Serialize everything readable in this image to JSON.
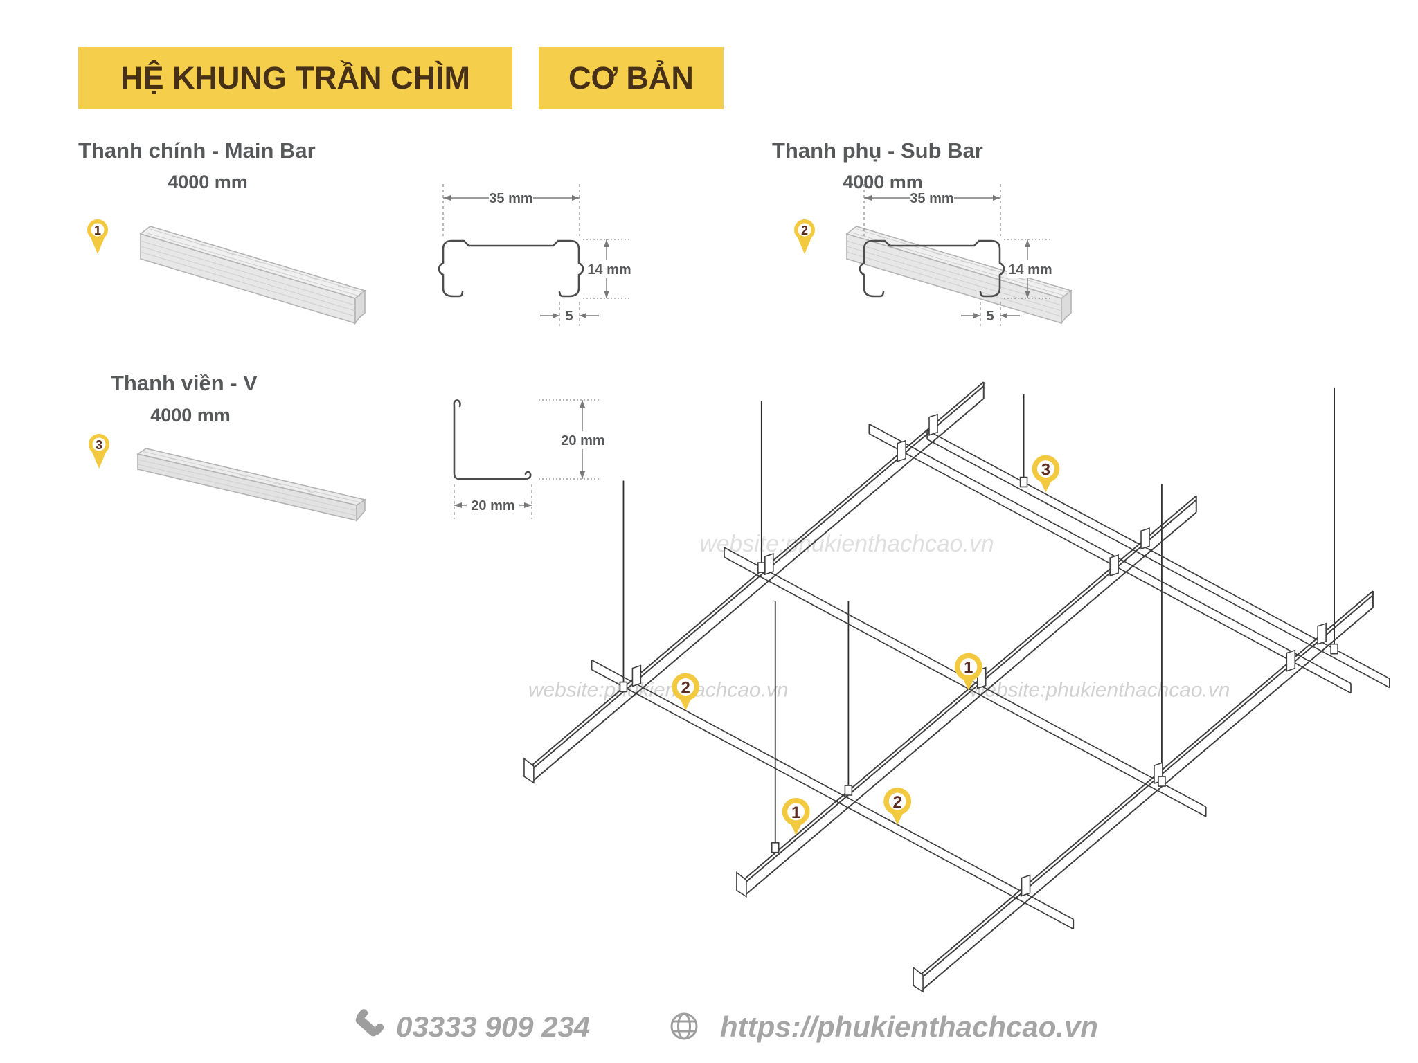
{
  "banner": {
    "primary": "HỆ KHUNG TRẦN CHÌM",
    "secondary": "CƠ BẢN"
  },
  "products": {
    "main_bar": {
      "title": "Thanh chính - Main Bar",
      "length": "4000 mm",
      "marker": "1"
    },
    "sub_bar": {
      "title": "Thanh phụ - Sub Bar",
      "length": "4000 mm",
      "marker": "2"
    },
    "edge_bar": {
      "title": "Thanh viền - V",
      "length": "4000 mm",
      "marker": "3"
    }
  },
  "dimensions": {
    "c_profile": {
      "width": "35 mm",
      "height": "14 mm",
      "lip": "5"
    },
    "v_profile": {
      "height": "20 mm",
      "width": "20 mm"
    }
  },
  "diagram": {
    "watermark": "website:phukienthachcao.vn",
    "markers": {
      "m3": "3",
      "m1a": "1",
      "m2a": "2",
      "m1b": "1",
      "m2b": "2"
    }
  },
  "footer": {
    "phone": "03333 909 234",
    "website": "https://phukienthachcao.vn"
  },
  "colors": {
    "banner_yellow": "#F5CF4B",
    "pin_yellow": "#F3C93F",
    "banner_text": "#463018",
    "title_gray": "#57585A",
    "footer_gray": "#A5A5A5"
  }
}
